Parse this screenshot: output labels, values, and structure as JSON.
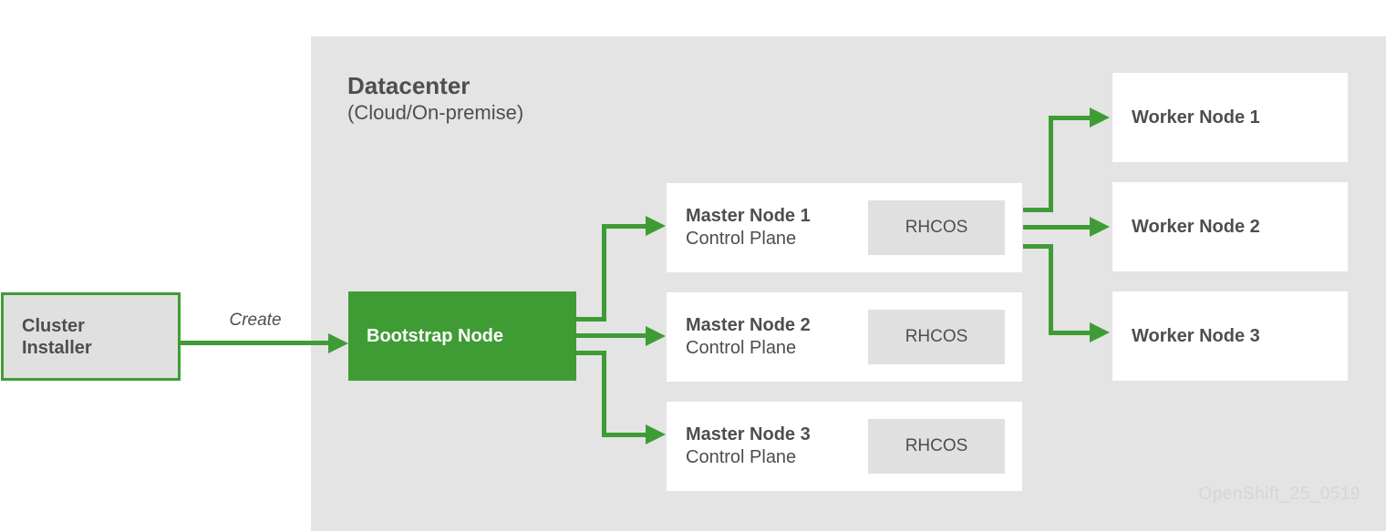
{
  "diagram": {
    "datacenter": {
      "title": "Datacenter",
      "subtitle": "(Cloud/On-premise)",
      "watermark": "OpenShift_25_0519"
    },
    "cluster_installer": {
      "lines": [
        "Cluster",
        "Installer"
      ]
    },
    "create_arrow": {
      "label": "Create"
    },
    "bootstrap": {
      "label": "Bootstrap Node"
    },
    "master_nodes": [
      {
        "title": "Master Node 1",
        "subtitle": "Control Plane",
        "badge": "RHCOS"
      },
      {
        "title": "Master Node 2",
        "subtitle": "Control Plane",
        "badge": "RHCOS"
      },
      {
        "title": "Master Node 3",
        "subtitle": "Control Plane",
        "badge": "RHCOS"
      }
    ],
    "worker_nodes": [
      {
        "title": "Worker Node 1"
      },
      {
        "title": "Worker Node 2"
      },
      {
        "title": "Worker Node 3"
      }
    ],
    "colors": {
      "green": "#3F9C35",
      "container_gray": "#E4E4E4",
      "box_gray": "#E0E0E0",
      "text_dark": "#4E4E50",
      "watermark_gray": "#D6D6D6",
      "node_white": "#FFFFFF"
    }
  }
}
